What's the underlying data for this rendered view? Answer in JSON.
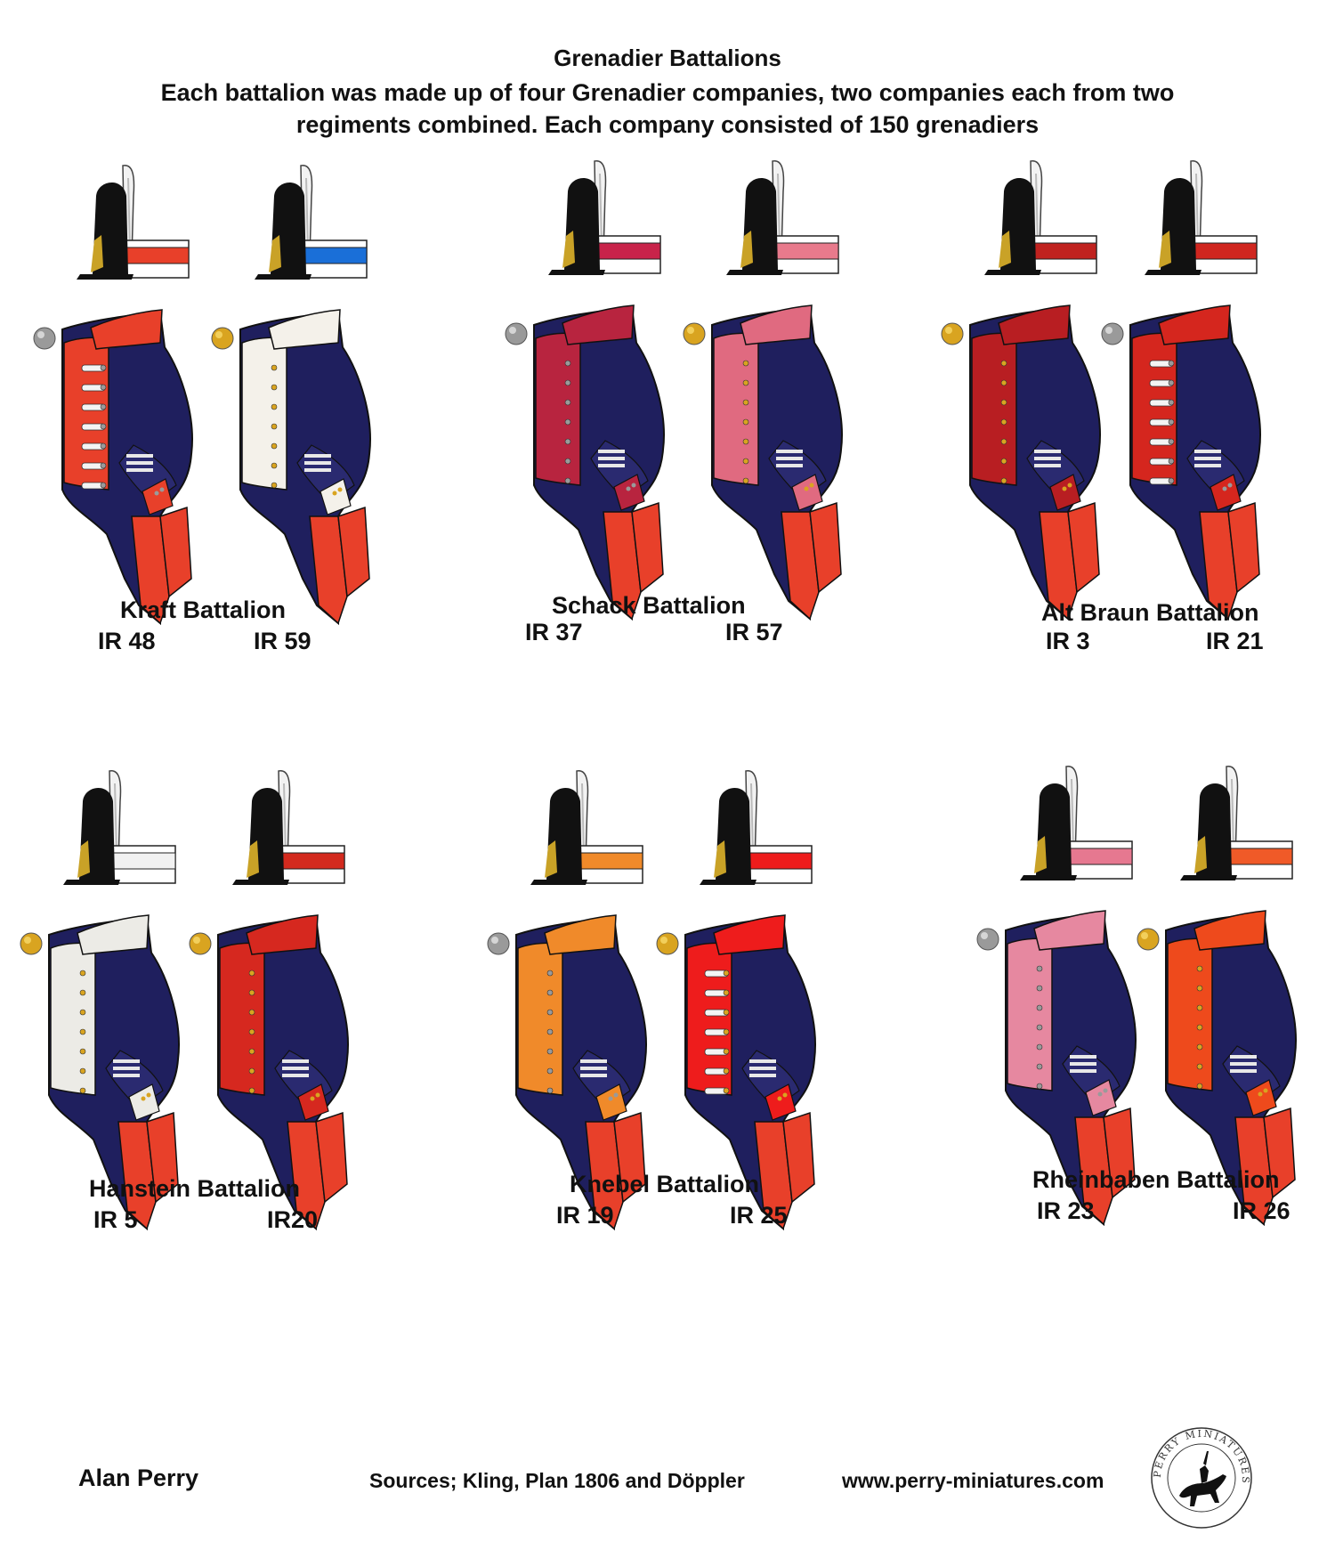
{
  "header": {
    "title": "Grenadier Battalions",
    "subtitle_line1": "Each battalion was made up of four Grenadier companies, two companies each from two",
    "subtitle_line2": "regiments combined. Each company consisted of 150 grenadiers"
  },
  "colors": {
    "coat_blue": "#1f1f5e",
    "coattail_red": "#e8402a",
    "cap_black": "#111111",
    "plume_white": "#f2f2f2",
    "button_silver": "#9a9a9a",
    "button_gold": "#d9a420"
  },
  "battalions": [
    {
      "name": "Kraft Battalion",
      "regiments": [
        {
          "label": "IR 48",
          "facing": "#e8402a",
          "cap_band": "#e8402a",
          "buttons": "silver",
          "lace": true
        },
        {
          "label": "IR 59",
          "facing": "#f4f1ea",
          "cap_band": "#1a6fd8",
          "buttons": "gold",
          "lace": false
        }
      ]
    },
    {
      "name": "Schack Battalion",
      "regiments": [
        {
          "label": "IR 37",
          "facing": "#b8243f",
          "cap_band": "#c8234a",
          "buttons": "silver",
          "lace": false
        },
        {
          "label": "IR 57",
          "facing": "#e06a80",
          "cap_band": "#e87a8c",
          "buttons": "gold",
          "lace": false
        }
      ]
    },
    {
      "name": "Alt Braun Battalion",
      "regiments": [
        {
          "label": "IR 3",
          "facing": "#b81e22",
          "cap_band": "#c0221f",
          "buttons": "gold",
          "lace": false
        },
        {
          "label": "IR 21",
          "facing": "#d5261e",
          "cap_band": "#d0261f",
          "buttons": "silver",
          "lace": true
        }
      ]
    },
    {
      "name": "Hanstein Battalion",
      "regiments": [
        {
          "label": "IR 5",
          "facing": "#ecebe6",
          "cap_band": "#f1f1f1",
          "buttons": "gold",
          "lace": false
        },
        {
          "label": "IR20",
          "facing": "#d6281f",
          "cap_band": "#d32a1e",
          "buttons": "gold",
          "lace": false
        }
      ]
    },
    {
      "name": "Knebel Battalion",
      "regiments": [
        {
          "label": "IR 19",
          "facing": "#f08a2a",
          "cap_band": "#f08a2a",
          "buttons": "silver",
          "lace": false
        },
        {
          "label": "IR 25",
          "facing": "#ee1c1c",
          "cap_band": "#ee1c1c",
          "buttons": "gold",
          "lace": true
        }
      ]
    },
    {
      "name": "Rheinbaben Battalion",
      "regiments": [
        {
          "label": "IR 23",
          "facing": "#e688a0",
          "cap_band": "#e67890",
          "buttons": "silver",
          "lace": false
        },
        {
          "label": "IR 26",
          "facing": "#ee4a1c",
          "cap_band": "#f05a28",
          "buttons": "gold",
          "lace": false
        }
      ]
    }
  ],
  "footer": {
    "author": "Alan Perry",
    "sources": "Sources; Kling, Plan 1806 and Döppler",
    "website": "www.perry-miniatures.com",
    "logo_text": "PERRY MINIATURES"
  }
}
